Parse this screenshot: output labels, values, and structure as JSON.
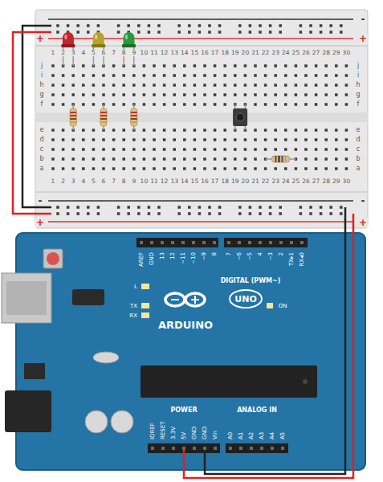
{
  "diagram": {
    "labels": [
      "+",
      "-",
      "+",
      "1",
      "2",
      "3",
      "4",
      "5",
      "6",
      "7",
      "8",
      "9",
      "10",
      "11",
      "12",
      "13",
      "14",
      "15",
      "16",
      "17",
      "18",
      "19",
      "20",
      "21",
      "22",
      "23",
      "24",
      "25",
      "26",
      "27",
      "28",
      "29",
      "30",
      "j",
      "i",
      "h",
      "g",
      "f",
      "j",
      "i",
      "h",
      "g",
      "f",
      "e",
      "d",
      "c",
      "b",
      "a",
      "e",
      "d",
      "c",
      "b",
      "a",
      "1",
      "2",
      "3",
      "4",
      "5",
      "6",
      "7",
      "8",
      "9",
      "10",
      "11",
      "12",
      "13",
      "14",
      "15",
      "16",
      "17",
      "18",
      "19",
      "20",
      "21",
      "22",
      "23",
      "24",
      "25",
      "26",
      "27",
      "28",
      "29",
      "30",
      "-",
      "+",
      "-",
      "+",
      "AREF",
      "GND",
      "13",
      "12",
      "~11",
      "~10",
      "~9",
      "8",
      "7",
      "~6",
      "~5",
      "4",
      "~3",
      "2",
      "TX▸1",
      "RX◂0",
      "DIGITAL (PWM~)",
      "L",
      "TX",
      "RX",
      "ON",
      "ARDUINO",
      "UNO",
      "IOREF",
      "RESET",
      "3.3V",
      "5V",
      "GND",
      "GND",
      "Vin",
      "A0",
      "A1",
      "A2",
      "A3",
      "A4",
      "A5",
      "POWER",
      "ANALOG IN"
    ]
  }
}
